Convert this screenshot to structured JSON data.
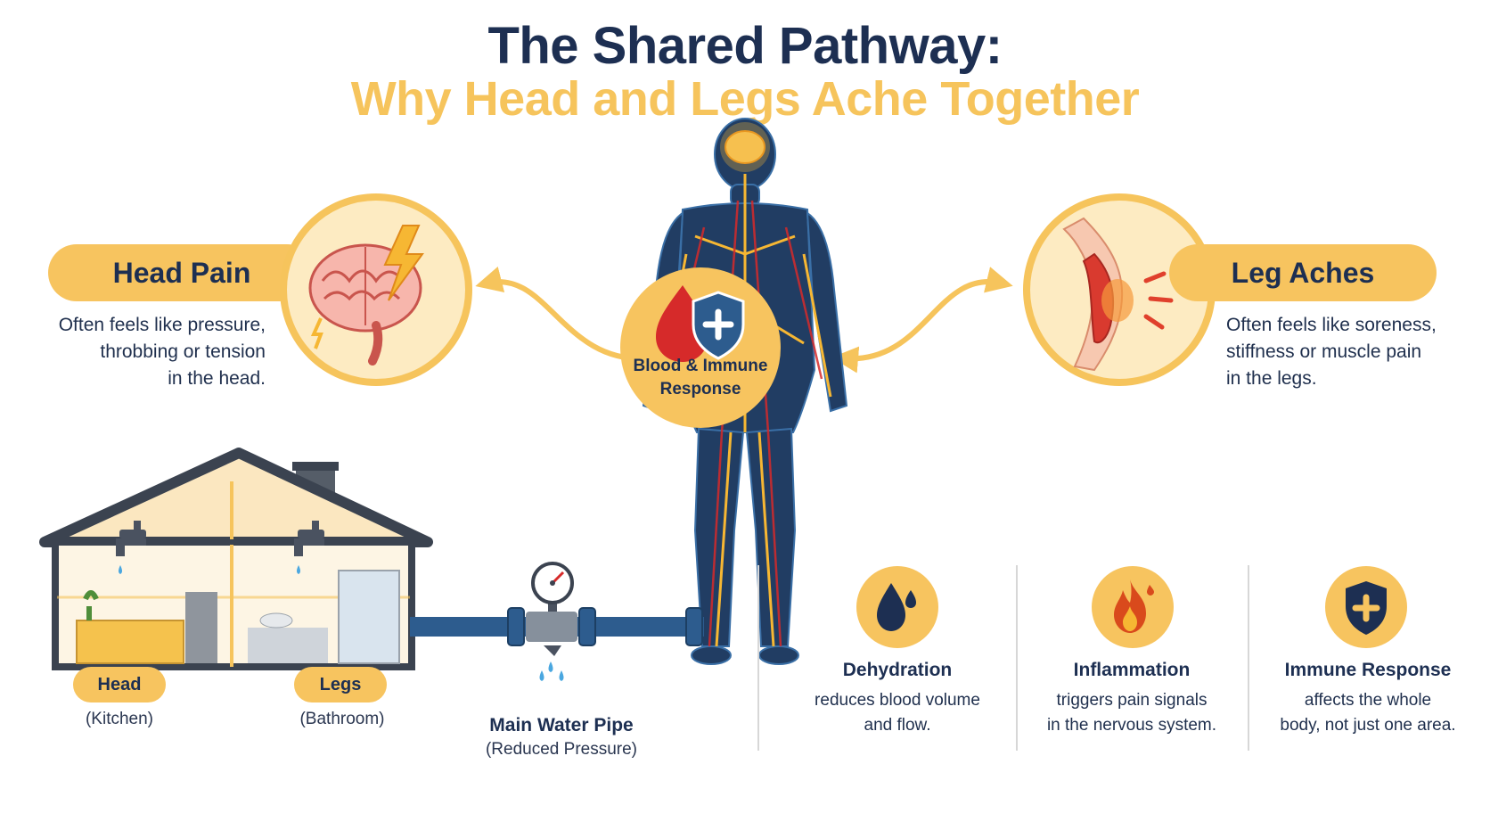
{
  "title": {
    "line1": "The Shared Pathway:",
    "line2": "Why Head and Legs Ache Together"
  },
  "head_pain": {
    "label": "Head Pain",
    "desc": [
      "Often feels like pressure,",
      "throbbing or tension",
      "in the head."
    ]
  },
  "leg_aches": {
    "label": "Leg Aches",
    "desc": [
      "Often feels like soreness,",
      "stiffness or muscle pain",
      "in the legs."
    ]
  },
  "center": {
    "label_line1": "Blood & Immune",
    "label_line2": "Response"
  },
  "house": {
    "left_label": "Head",
    "left_sub": "(Kitchen)",
    "right_label": "Legs",
    "right_sub": "(Bathroom)"
  },
  "pipe": {
    "label": "Main Water Pipe",
    "sub": "(Reduced Pressure)"
  },
  "factors": [
    {
      "icon": "water-drops-icon",
      "title": "Dehydration",
      "desc": [
        "reduces blood volume",
        "and flow."
      ]
    },
    {
      "icon": "flame-icon",
      "title": "Inflammation",
      "desc": [
        "triggers pain signals",
        "in the nervous system."
      ]
    },
    {
      "icon": "shield-plus-icon",
      "title": "Immune Response",
      "desc": [
        "affects the whole",
        "body, not just one area."
      ]
    }
  ],
  "colors": {
    "navy": "#1d2f52",
    "accent": "#f7c45f",
    "accent_light": "#fdebc2",
    "blood_red": "#d62a2a"
  }
}
